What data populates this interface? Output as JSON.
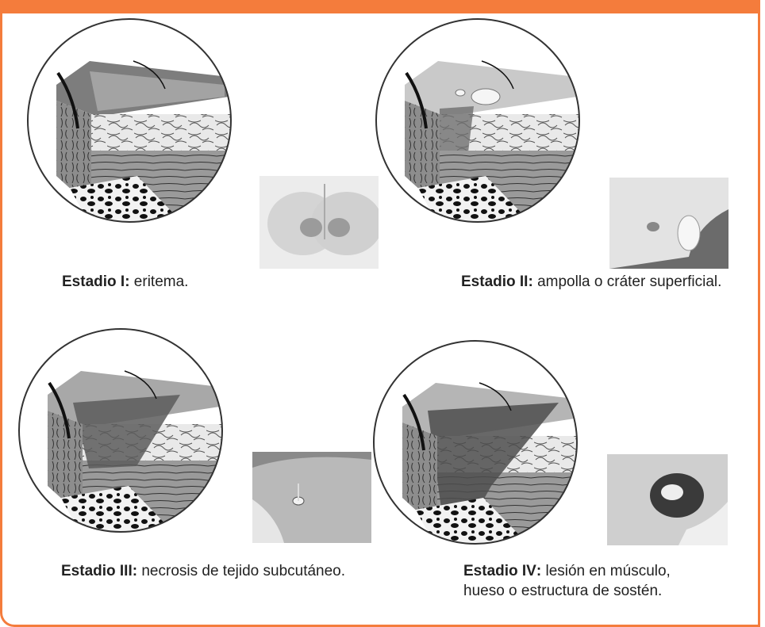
{
  "accent_color": "#f47c3c",
  "stages": [
    {
      "label": "Estadio",
      "numeral": "I",
      "description": "eritema."
    },
    {
      "label": "Estadio",
      "numeral": "II",
      "description": "ampolla o cráter superficial."
    },
    {
      "label": "Estadio",
      "numeral": "III",
      "description": "necrosis de tejido subcutáneo."
    },
    {
      "label": "Estadio",
      "numeral": "IV",
      "description": "lesión en músculo,",
      "description_line2": "hueso o estructura de sostén."
    }
  ]
}
